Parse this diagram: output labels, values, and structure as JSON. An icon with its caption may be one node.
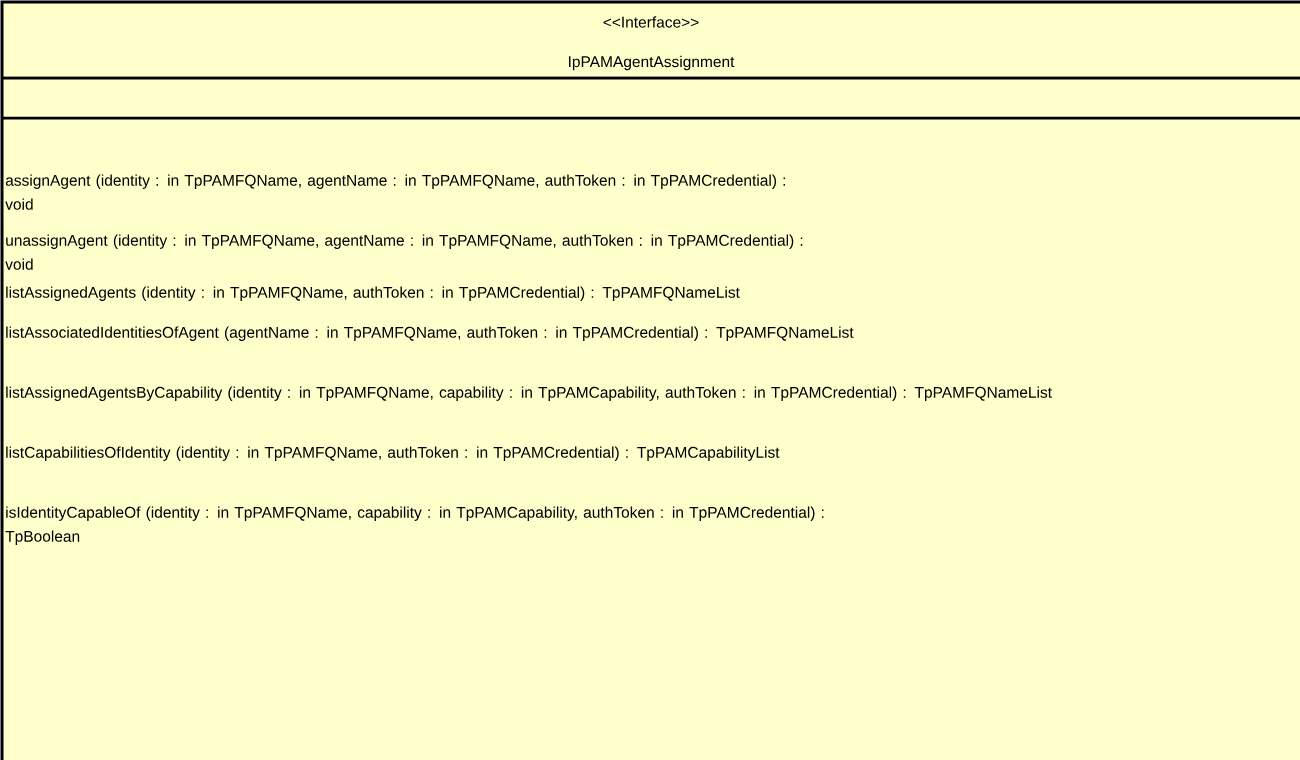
{
  "diagram": {
    "nodes": [
      {
        "text": [
          "<<Interface>>",
          "IpPAMAgentAssignment",
          "assignAgent (identity : in TpPAMFQName, agentName : in TpPAMFQName, authToken : in TpPAMCredential) : void",
          "unassignAgent (identity : in TpPAMFQName, agentName : in TpPAMFQName, authToken : in TpPAMCredential) : void",
          "listAssignedAgents (identity : in TpPAMFQName, authToken : in TpPAMCredential) : TpPAMFQNameList",
          "listAssociatedIdentitiesOfAgent (agentName : in TpPAMFQName, authToken : in TpPAMCredential) : TpPAMFQNameList",
          "listAssignedAgentsByCapability (identity : in TpPAMFQName, capability : in TpPAMCapability, authToken : in TpPAMCredential) : TpPAMFQNameList",
          "listCapabilitiesOfIdentity (identity : in TpPAMFQName, authToken : in TpPAMCredential) : TpPAMCapabilityList",
          "isIdentityCapableOf (identity : in TpPAMFQName, capability : in TpPAMCapability, authToken : in TpPAMCredential) : TpBoolean"
        ]
      }
    ]
  }
}
